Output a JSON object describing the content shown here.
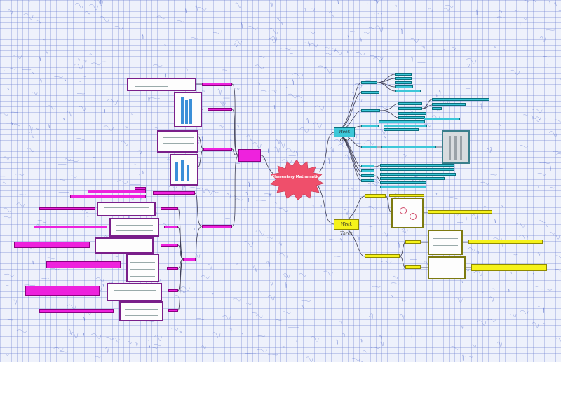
{
  "map": {
    "central_topic": "Elementary Mathematics",
    "main_topics": [
      {
        "label": "",
        "color": "#ee22dd"
      },
      {
        "label": "Week One",
        "color": "#3cc7d8"
      },
      {
        "label": "Week Three",
        "color": "#f5f21a"
      }
    ]
  },
  "colors": {
    "central": "#ef4f6b",
    "pink_branch": "#ee22dd",
    "cyan_branch": "#3cc7d8",
    "yellow_branch": "#f5f21a",
    "background_grid": "#6e82d2"
  }
}
